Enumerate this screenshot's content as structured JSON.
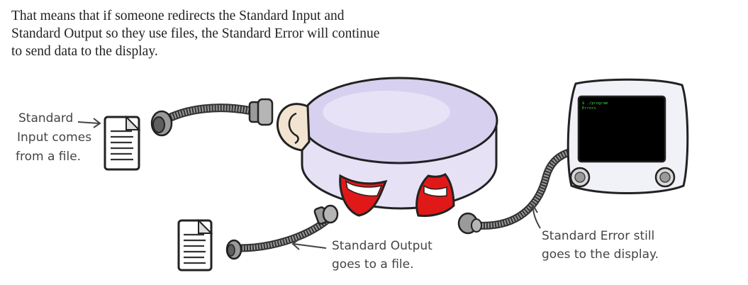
{
  "paragraph": {
    "lines": [
      "That means that if someone redirects the Standard Input and",
      "Standard Output so they use files, the Standard Error will continue",
      "to send data to the display."
    ]
  },
  "labels": {
    "input": [
      "Standard",
      "Input comes",
      "from a file."
    ],
    "output": [
      "Standard Output",
      "goes to a file."
    ],
    "error": [
      "Standard Error still",
      "goes to the display."
    ]
  },
  "terminal": {
    "lines": [
      "$ ./program",
      "Errors"
    ]
  },
  "colors": {
    "machine_body": "#ddd6f2",
    "terminal_screen": "#000000",
    "terminal_text": "#3cd23c",
    "mouth_red": "#e11818",
    "ink": "#333333"
  }
}
